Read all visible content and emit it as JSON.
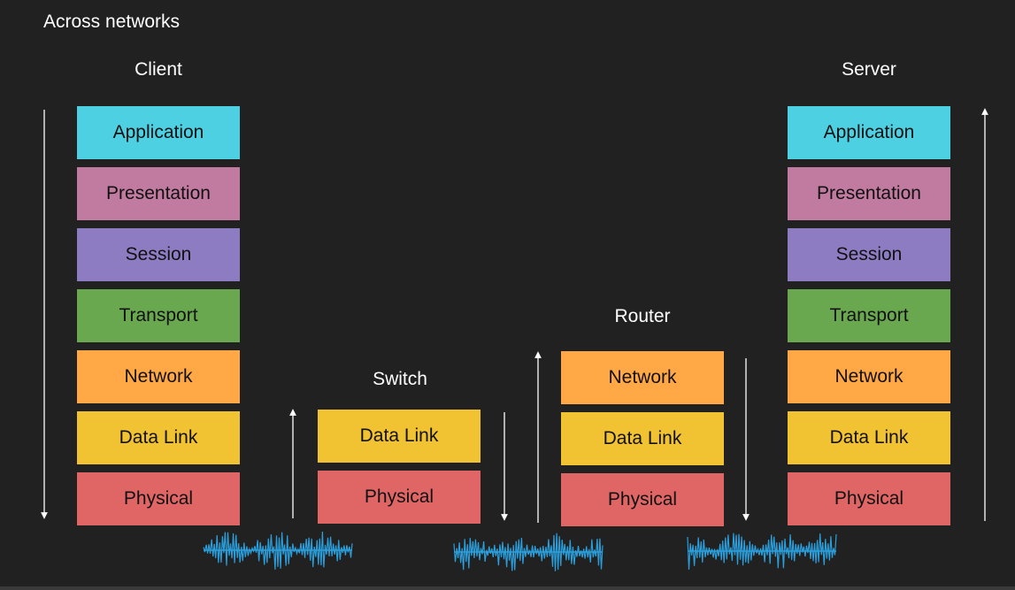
{
  "title": "Across networks",
  "colors": {
    "application": "#4dd0e1",
    "presentation": "#c27ba0",
    "session": "#8e7cc3",
    "transport": "#6aa84f",
    "network": "#ffa845",
    "data_link": "#f1c232",
    "physical": "#e06666",
    "signal": "#2b9fdc"
  },
  "client": {
    "label": "Client",
    "layers": [
      "Application",
      "Presentation",
      "Session",
      "Transport",
      "Network",
      "Data Link",
      "Physical"
    ]
  },
  "switch": {
    "label": "Switch",
    "layers": [
      "Data Link",
      "Physical"
    ]
  },
  "router": {
    "label": "Router",
    "layers": [
      "Network",
      "Data Link",
      "Physical"
    ]
  },
  "server": {
    "label": "Server",
    "layers": [
      "Application",
      "Presentation",
      "Session",
      "Transport",
      "Network",
      "Data Link",
      "Physical"
    ]
  }
}
